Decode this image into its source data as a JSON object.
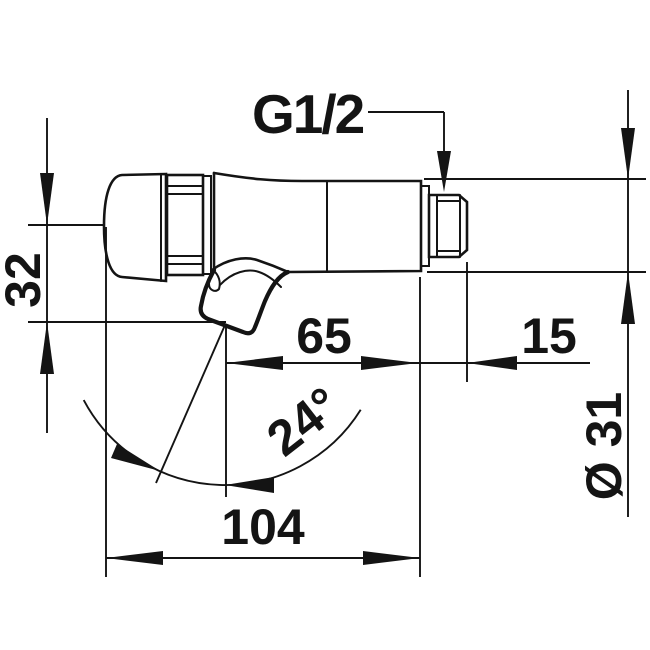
{
  "drawing": {
    "title": "self-closing tap technical drawing",
    "line_color": "#141414",
    "background": "#ffffff",
    "labels": {
      "thread_size": "G1/2",
      "outlet_height": "32",
      "body_length": "65",
      "thread_length": "15",
      "total_length": "104",
      "spout_angle": "24°",
      "body_diameter": "Ø 31"
    }
  }
}
